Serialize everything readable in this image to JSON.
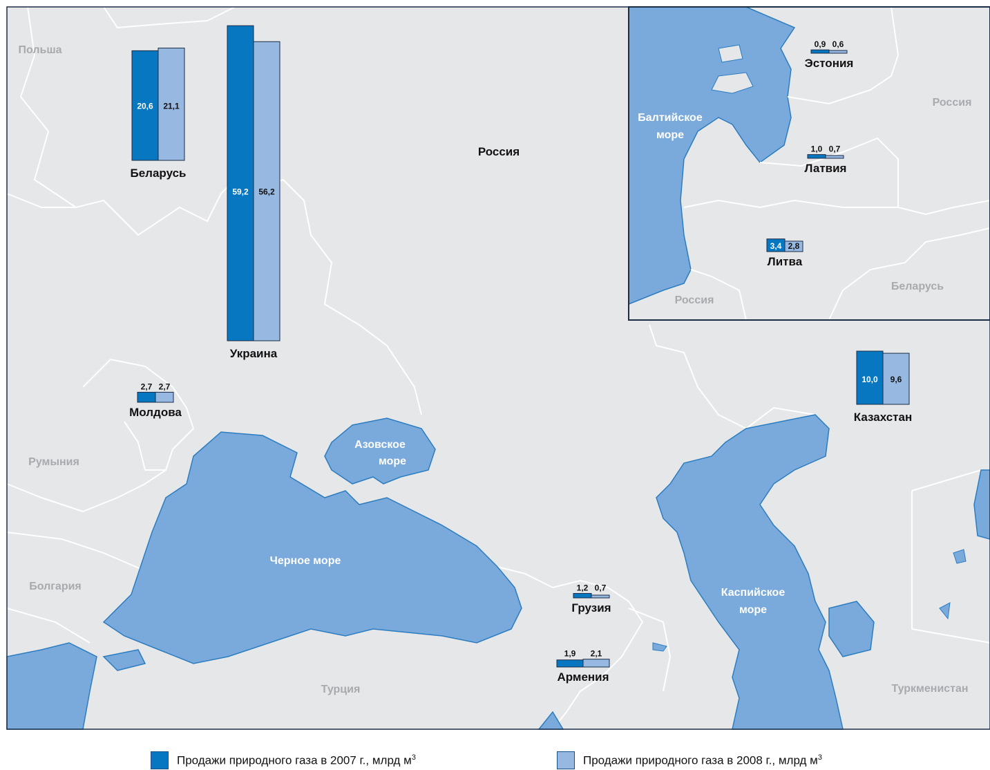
{
  "colors": {
    "land": "#e6e7e9",
    "water": "#79aadb",
    "border": "#ffffff",
    "coast": "#2c7cc0",
    "bar_2007": "#0777c1",
    "bar_2008": "#97b9e1",
    "bar_stroke": "#1b2c45",
    "label_dark": "#111111",
    "label_light": "#ffffff",
    "country_muted": "#a8aaad"
  },
  "legend": {
    "series_2007": "Продажи природного газа в 2007 г., млрд м",
    "series_2008": "Продажи природного газа в 2008 г., млрд м",
    "unit_sup": "3"
  },
  "seas": {
    "black": "Черное море",
    "azov_1": "Азовское",
    "azov_2": "море",
    "caspian_1": "Каспийское",
    "caspian_2": "море",
    "baltic_1": "Балтийское",
    "baltic_2": "море"
  },
  "neighbors": {
    "poland": "Польша",
    "russia_main": "Россия",
    "romania": "Румыния",
    "bulgaria": "Болгария",
    "turkey": "Турция",
    "turkmenistan": "Туркменистан",
    "russia_inset_east": "Россия",
    "russia_inset_kaliningrad": "Россия",
    "belarus_inset": "Беларусь"
  },
  "chart_data": {
    "type": "bar",
    "unit": "млрд м3",
    "series": [
      {
        "name": "Продажи природного газа в 2007 г., млрд м3"
      },
      {
        "name": "Продажи природного газа в 2008 г., млрд м3"
      }
    ],
    "countries": [
      {
        "key": "belarus",
        "name": "Беларусь",
        "v2007": 20.6,
        "v2008": 21.1,
        "l2007": "20,6",
        "l2008": "21,1"
      },
      {
        "key": "ukraine",
        "name": "Украина",
        "v2007": 59.2,
        "v2008": 56.2,
        "l2007": "59,2",
        "l2008": "56,2"
      },
      {
        "key": "moldova",
        "name": "Молдова",
        "v2007": 2.7,
        "v2008": 2.7,
        "l2007": "2,7",
        "l2008": "2,7"
      },
      {
        "key": "georgia",
        "name": "Грузия",
        "v2007": 1.2,
        "v2008": 0.7,
        "l2007": "1,2",
        "l2008": "0,7"
      },
      {
        "key": "armenia",
        "name": "Армения",
        "v2007": 1.9,
        "v2008": 2.1,
        "l2007": "1,9",
        "l2008": "2,1"
      },
      {
        "key": "kazakhstan",
        "name": "Казахстан",
        "v2007": 10.0,
        "v2008": 9.6,
        "l2007": "10,0",
        "l2008": "9,6"
      },
      {
        "key": "estonia",
        "name": "Эстония",
        "v2007": 0.9,
        "v2008": 0.6,
        "l2007": "0,9",
        "l2008": "0,6"
      },
      {
        "key": "latvia",
        "name": "Латвия",
        "v2007": 1.0,
        "v2008": 0.7,
        "l2007": "1,0",
        "l2008": "0,7"
      },
      {
        "key": "lithuania",
        "name": "Литва",
        "v2007": 3.4,
        "v2008": 2.8,
        "l2007": "3,4",
        "l2008": "2,8"
      }
    ]
  }
}
